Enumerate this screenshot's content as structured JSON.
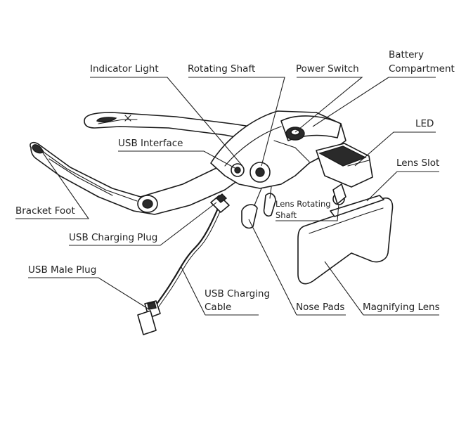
{
  "labels": {
    "indicator_light": "Indicator Light",
    "rotating_shaft": "Rotating Shaft",
    "power_switch": "Power Switch",
    "battery_line1": "Battery",
    "battery_line2": "Compartment",
    "led": "LED",
    "usb_interface": "USB Interface",
    "lens_slot": "Lens Slot",
    "lens_rotating_line1": "Lens Rotating",
    "lens_rotating_line2": "Shaft",
    "bracket_foot": "Bracket Foot",
    "usb_charging_plug": "USB Charging Plug",
    "usb_male_plug": "USB Male Plug",
    "usb_cable_line1": "USB Charging",
    "usb_cable_line2": "Cable",
    "nose_pads": "Nose Pads",
    "magnifying_lens": "Magnifying Lens"
  },
  "colors": {
    "ink": "#1a1a1a",
    "background": "#ffffff"
  }
}
